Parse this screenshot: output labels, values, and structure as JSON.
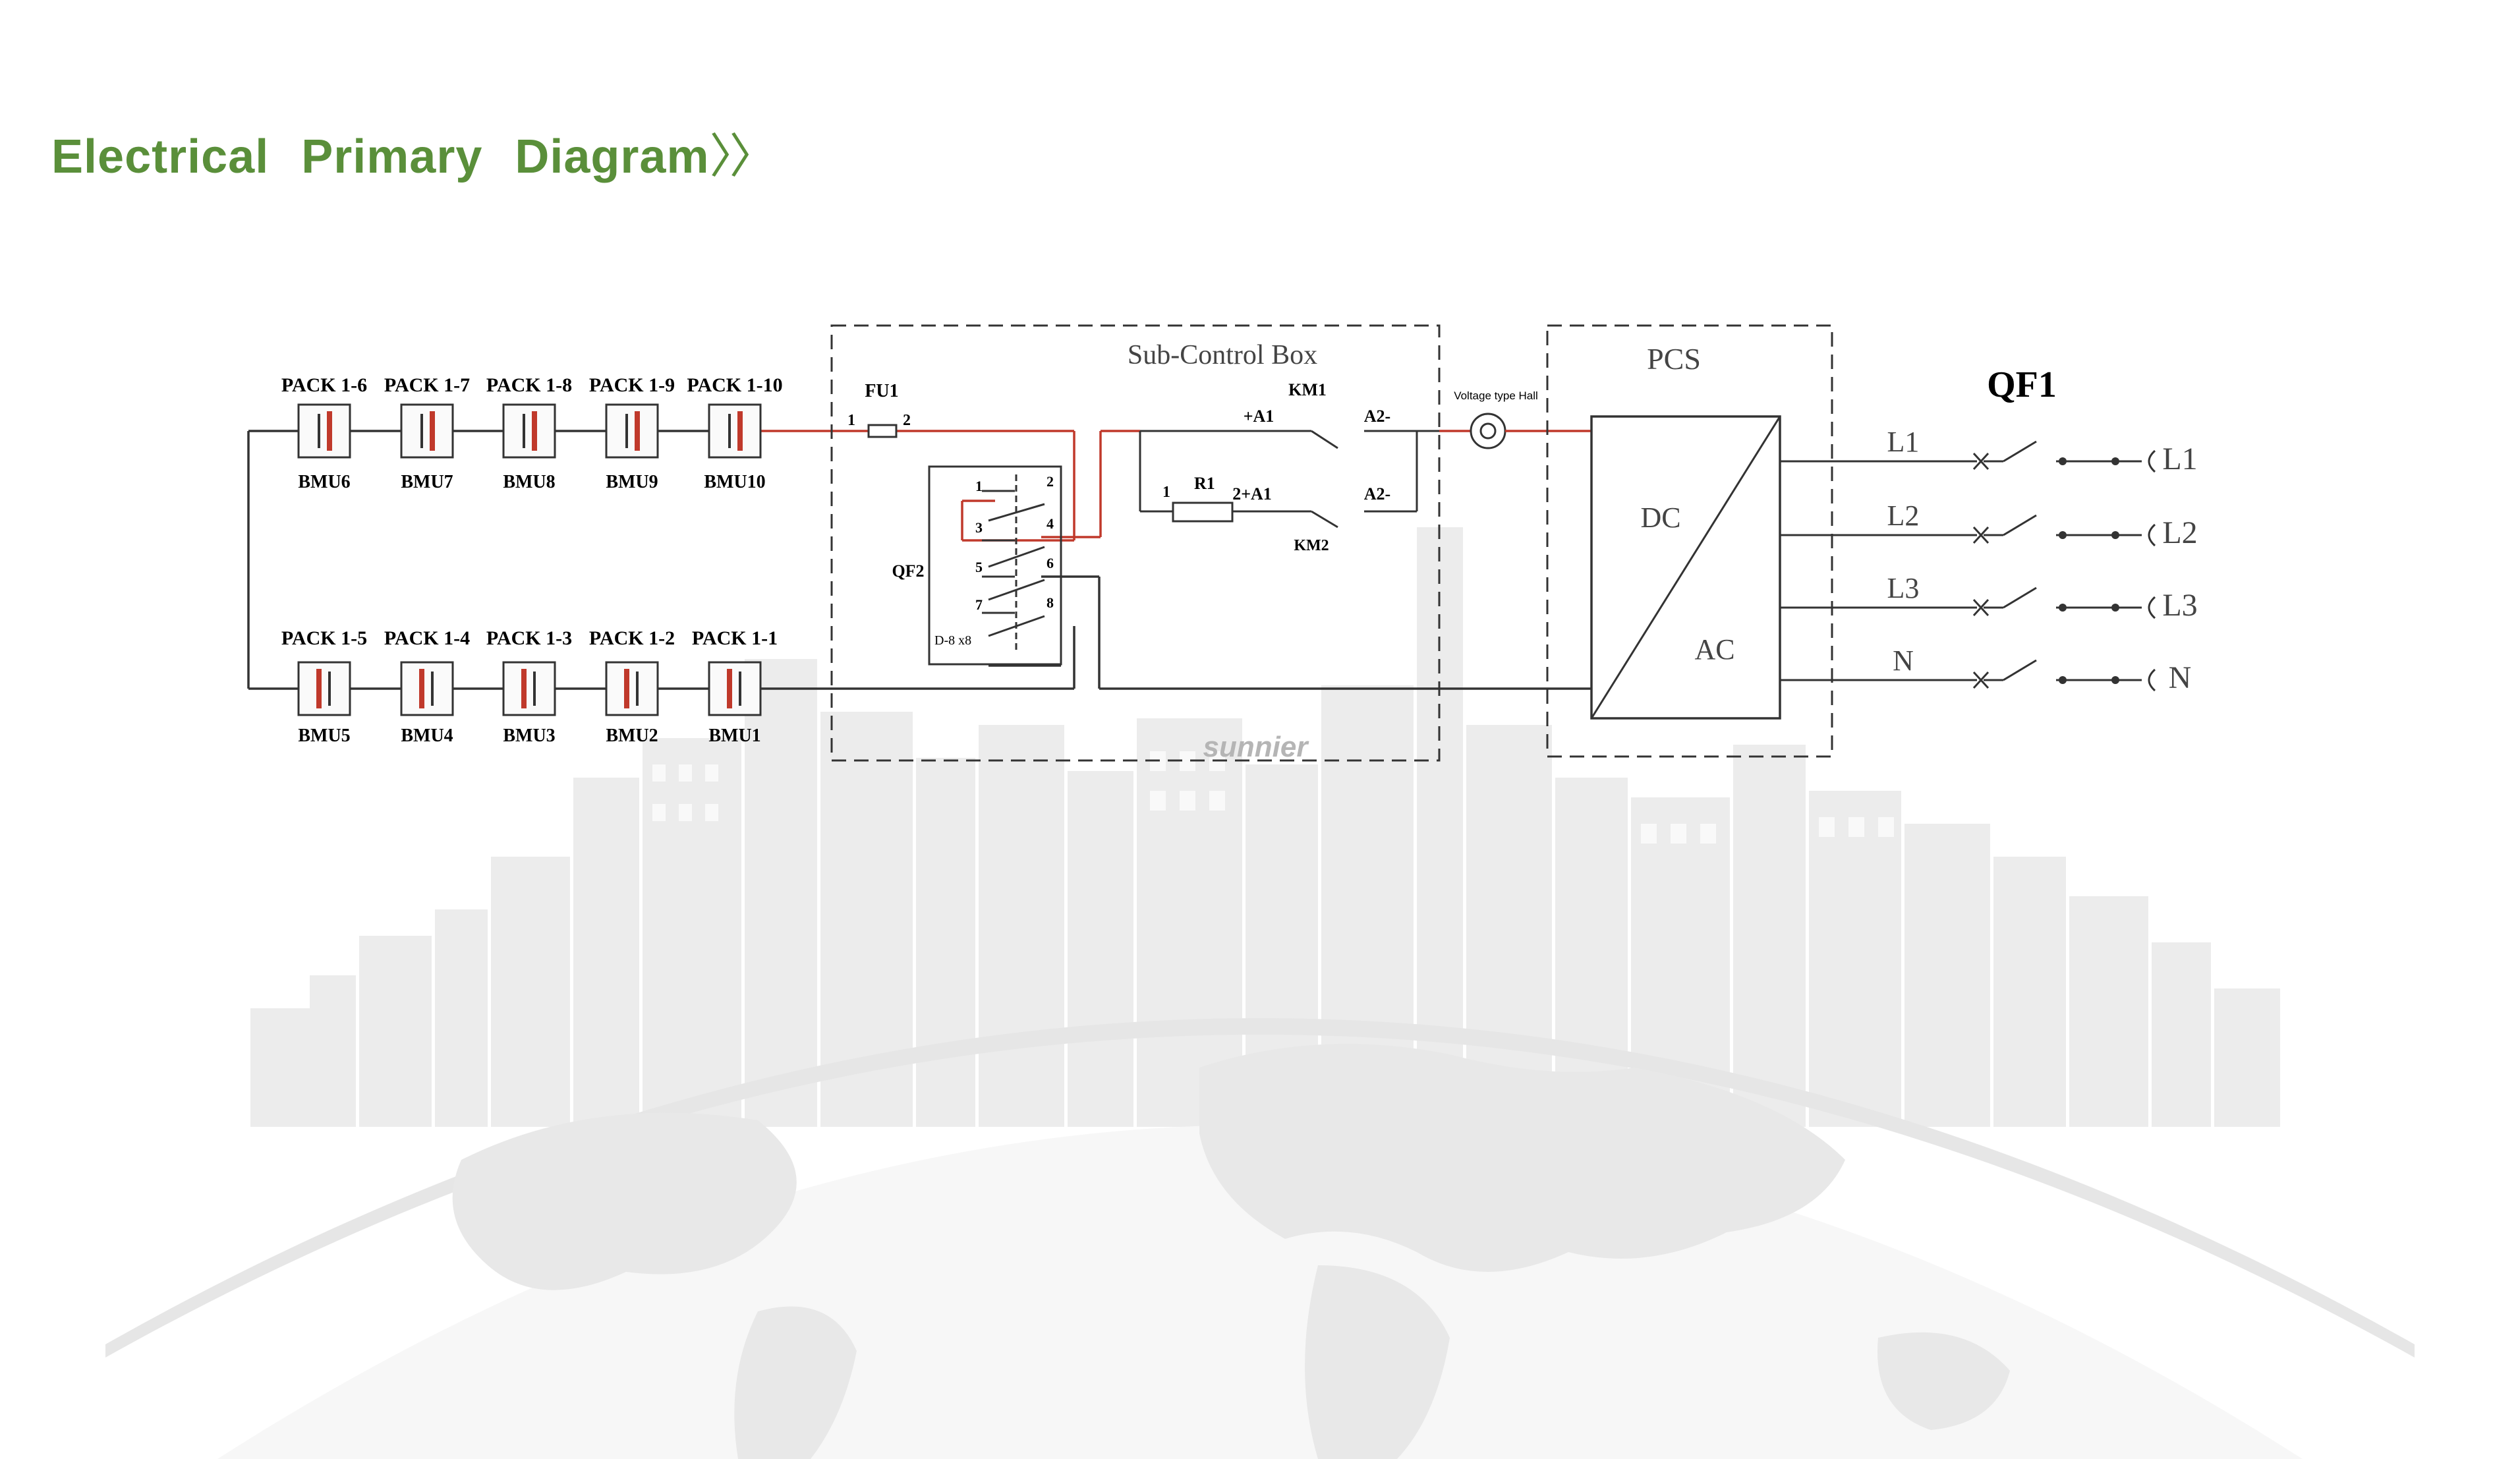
{
  "page": {
    "title": "Electrical   Primary   Diagram",
    "title_arrow": "〉〉",
    "accent_color": "#5a8f3a",
    "line_color": "#333333",
    "dc_line_color": "#c0392b",
    "background_art": "city-skyline-and-world-map-watermark"
  },
  "diagram": {
    "top_packs": [
      {
        "pack": "PACK 1-6",
        "bmu": "BMU6"
      },
      {
        "pack": "PACK 1-7",
        "bmu": "BMU7"
      },
      {
        "pack": "PACK 1-8",
        "bmu": "BMU8"
      },
      {
        "pack": "PACK 1-9",
        "bmu": "BMU9"
      },
      {
        "pack": "PACK 1-10",
        "bmu": "BMU10"
      }
    ],
    "bottom_packs": [
      {
        "pack": "PACK 1-5",
        "bmu": "BMU5"
      },
      {
        "pack": "PACK 1-4",
        "bmu": "BMU4"
      },
      {
        "pack": "PACK 1-3",
        "bmu": "BMU3"
      },
      {
        "pack": "PACK 1-2",
        "bmu": "BMU2"
      },
      {
        "pack": "PACK 1-1",
        "bmu": "BMU1"
      }
    ],
    "sub_control_box": {
      "label": "Sub-Control Box",
      "fuse": "FU1",
      "fuse_pin1": "1",
      "fuse_pin2": "2",
      "breaker": "QF2",
      "breaker_pins": [
        "1",
        "2",
        "3",
        "4",
        "5",
        "6",
        "7",
        "8"
      ],
      "breaker_note": "D-8 x8",
      "contactor1": "KM1",
      "contactor2": "KM2",
      "km1_a1": "+A1",
      "km1_a2": "A2-",
      "km2_a1": "2+A1",
      "km2_a2": "A2-",
      "resistor": "R1",
      "resistor_pin1": "1",
      "brand": "sunnier"
    },
    "voltage_sensor": "Voltage type Hall",
    "pcs": {
      "label": "PCS",
      "dc": "DC",
      "ac": "AC"
    },
    "qf1": {
      "label": "QF1",
      "lines": [
        {
          "in": "L1",
          "out": "L1"
        },
        {
          "in": "L2",
          "out": "L2"
        },
        {
          "in": "L3",
          "out": "L3"
        },
        {
          "in": "N",
          "out": "N"
        }
      ]
    }
  }
}
